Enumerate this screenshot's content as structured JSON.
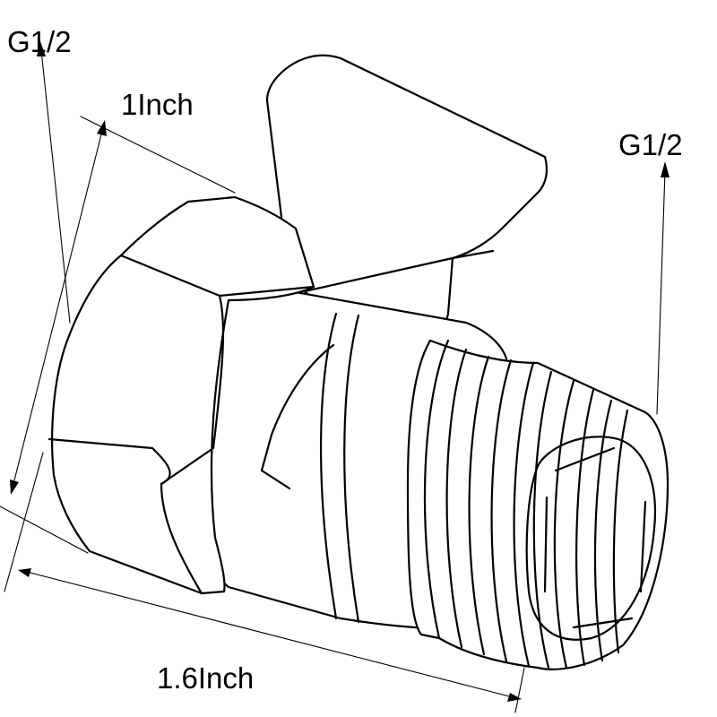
{
  "dimensions": {
    "g_left": "G1/2",
    "width_top": "1Inch",
    "g_right": "G1/2",
    "length_bottom": "1.6Inch"
  }
}
